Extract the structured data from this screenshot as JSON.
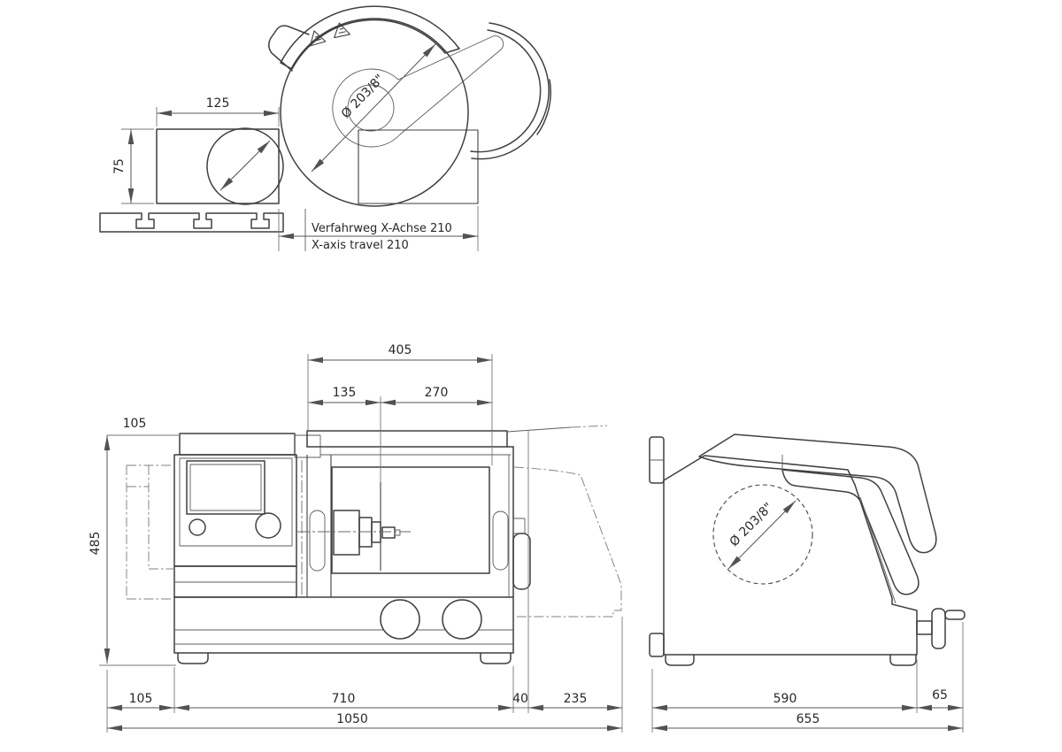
{
  "colors": {
    "background": "#ffffff",
    "line": "#3f3f45",
    "dimension": "#55555b",
    "text": "#28282c"
  },
  "views": {
    "top": {
      "dims": {
        "width": "125",
        "height": "75",
        "blade_diameter": "Ø 203/8\"",
        "travel_de": "Verfahrweg X-Achse 210",
        "travel_en": "X-axis travel 210"
      }
    },
    "front": {
      "dims": {
        "total_upper": "405",
        "left_upper": "135",
        "right_upper": "270",
        "top_offset": "105",
        "height": "485",
        "base_left": "105",
        "base_width": "710",
        "gap": "40",
        "arm_extension": "235",
        "total_width": "1050"
      }
    },
    "side": {
      "dims": {
        "blade_diameter": "Ø 203/8\"",
        "body_width": "590",
        "handwheel": "65",
        "total_width": "655"
      }
    }
  }
}
